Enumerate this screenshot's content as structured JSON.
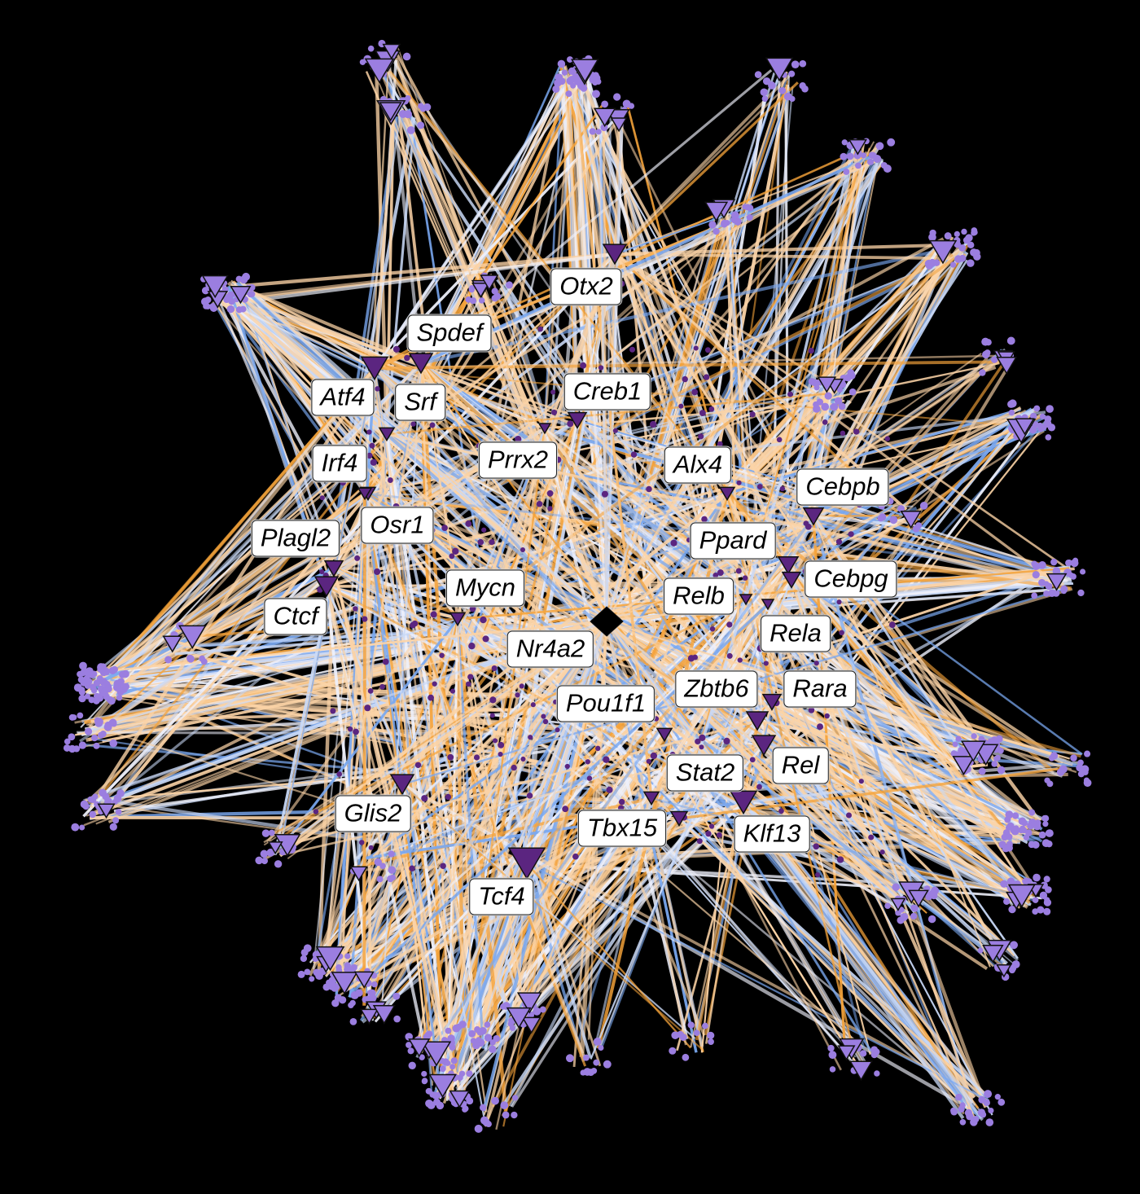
{
  "colors": {
    "background": "#000000",
    "edge_orange": "#f5a33a",
    "edge_peach": "#fbd3a6",
    "edge_blue": "#7aa8f0",
    "edge_lightblue": "#c9d9f7",
    "edge_white": "#eef0fb",
    "target_light": "#9b7ee0",
    "regulator_dark": "#5b2580",
    "hub": "#000000"
  },
  "hub": {
    "name": "Nr4a2",
    "shape": "diamond"
  },
  "regulators": [
    {
      "name": "Otx2"
    },
    {
      "name": "Spdef"
    },
    {
      "name": "Creb1"
    },
    {
      "name": "Atf4"
    },
    {
      "name": "Srf"
    },
    {
      "name": "Prrx2"
    },
    {
      "name": "Irf4"
    },
    {
      "name": "Alx4"
    },
    {
      "name": "Cebpb"
    },
    {
      "name": "Osr1"
    },
    {
      "name": "Plagl2"
    },
    {
      "name": "Ppard"
    },
    {
      "name": "Cebpg"
    },
    {
      "name": "Mycn"
    },
    {
      "name": "Relb"
    },
    {
      "name": "Ctcf"
    },
    {
      "name": "Rela"
    },
    {
      "name": "Nr4a2"
    },
    {
      "name": "Zbtb6"
    },
    {
      "name": "Rara"
    },
    {
      "name": "Pou1f1"
    },
    {
      "name": "Rel"
    },
    {
      "name": "Stat2"
    },
    {
      "name": "Glis2"
    },
    {
      "name": "Tbx15"
    },
    {
      "name": "Klf13"
    },
    {
      "name": "Tcf4"
    }
  ]
}
